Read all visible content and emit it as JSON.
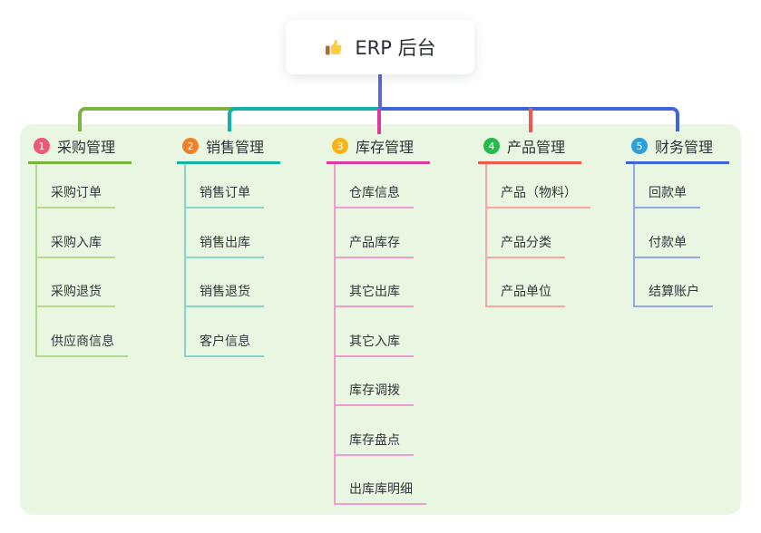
{
  "root": {
    "label": "ERP 后台",
    "icon": "thumbs-up-icon"
  },
  "branches": [
    {
      "index": "1",
      "label": "采购管理",
      "badge_color": "#ef5777",
      "line_color": "#7cb342",
      "child_line_color": "#b3d98f",
      "children": [
        "采购订单",
        "采购入库",
        "采购退货",
        "供应商信息"
      ]
    },
    {
      "index": "2",
      "label": "销售管理",
      "badge_color": "#f0812b",
      "line_color": "#12b3a6",
      "child_line_color": "#86d6ce",
      "children": [
        "销售订单",
        "销售出库",
        "销售退货",
        "客户信息"
      ]
    },
    {
      "index": "3",
      "label": "库存管理",
      "badge_color": "#f7b616",
      "line_color": "#de3a9d",
      "child_line_color": "#f09cd0",
      "children": [
        "仓库信息",
        "产品库存",
        "其它出库",
        "其它入库",
        "库存调拨",
        "库存盘点",
        "出库库明细"
      ]
    },
    {
      "index": "4",
      "label": "产品管理",
      "badge_color": "#25ba4c",
      "line_color": "#f2564d",
      "child_line_color": "#f8a8a0",
      "children": [
        "产品（物料）",
        "产品分类",
        "产品单位"
      ]
    },
    {
      "index": "5",
      "label": "财务管理",
      "badge_color": "#2ba0dc",
      "line_color": "#3e64d8",
      "child_line_color": "#93a8e6",
      "children": [
        "回款单",
        "付款单",
        "结算账户"
      ]
    }
  ],
  "colors": {
    "root_line": "#5b68d8",
    "panel_bg": "#e9f6e2",
    "canvas_bg": "#ffffff"
  }
}
